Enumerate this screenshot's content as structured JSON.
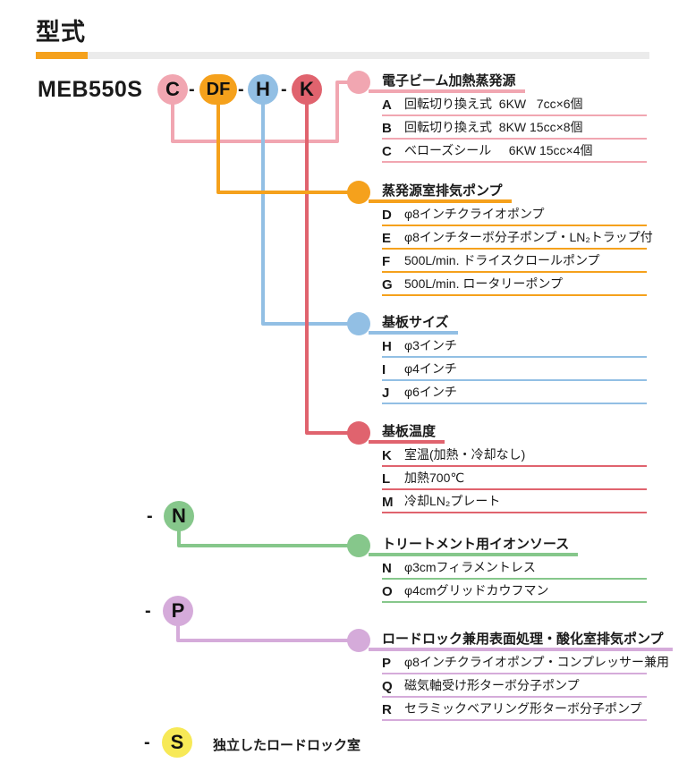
{
  "title": {
    "text": "型式"
  },
  "model": {
    "prefix": "MEB550S",
    "dash": "-"
  },
  "colors": {
    "accent_orange": "#F5A11C",
    "title_bar_gray": "#EBEBEB",
    "text": "#1A1A1A"
  },
  "code_circles": [
    {
      "letter": "C",
      "color": "#F1A6B1"
    },
    {
      "letter": "DF",
      "color": "#F5A11C"
    },
    {
      "letter": "H",
      "color": "#92BFE4"
    },
    {
      "letter": "K",
      "color": "#E0636E"
    }
  ],
  "option_circles": [
    {
      "prefix": "-",
      "letter": "N",
      "color": "#86C78B",
      "label": ""
    },
    {
      "prefix": "-",
      "letter": "P",
      "color": "#D5ABDA",
      "label": ""
    },
    {
      "prefix": "-",
      "letter": "S",
      "color": "#F7E957",
      "label": "独立したロードロック室"
    }
  ],
  "categories": [
    {
      "title": "電子ビーム加熱蒸発源",
      "color": "#F1A6B1",
      "items": [
        {
          "code": "A",
          "desc": "回転切り換え式  6KW   7cc×6個"
        },
        {
          "code": "B",
          "desc": "回転切り換え式  8KW 15cc×8個"
        },
        {
          "code": "C",
          "desc": "ベローズシール     6KW 15cc×4個"
        }
      ]
    },
    {
      "title": "蒸発源室排気ポンプ",
      "color": "#F5A11C",
      "items": [
        {
          "code": "D",
          "desc": "φ8インチクライオポンプ"
        },
        {
          "code": "E",
          "desc": "φ8インチターボ分子ポンプ・LN₂トラップ付"
        },
        {
          "code": "F",
          "desc": "500L/min. ドライスクロールポンプ"
        },
        {
          "code": "G",
          "desc": "500L/min. ロータリーポンプ"
        }
      ]
    },
    {
      "title": "基板サイズ",
      "color": "#92BFE4",
      "items": [
        {
          "code": "H",
          "desc": "φ3インチ"
        },
        {
          "code": "I",
          "desc": "φ4インチ"
        },
        {
          "code": "J",
          "desc": "φ6インチ"
        }
      ]
    },
    {
      "title": "基板温度",
      "color": "#E0636E",
      "items": [
        {
          "code": "K",
          "desc": "室温(加熱・冷却なし)"
        },
        {
          "code": "L",
          "desc": "加熱700℃"
        },
        {
          "code": "M",
          "desc": "冷却LN₂プレート"
        }
      ]
    },
    {
      "title": "トリートメント用イオンソース",
      "color": "#86C78B",
      "items": [
        {
          "code": "N",
          "desc": "φ3cmフィラメントレス"
        },
        {
          "code": "O",
          "desc": "φ4cmグリッドカウフマン"
        }
      ]
    },
    {
      "title": "ロードロック兼用表面処理・酸化室排気ポンプ",
      "color": "#D5ABDA",
      "items": [
        {
          "code": "P",
          "desc": "φ8インチクライオポンプ・コンプレッサー兼用"
        },
        {
          "code": "Q",
          "desc": "磁気軸受け形ターボ分子ポンプ"
        },
        {
          "code": "R",
          "desc": "セラミックベアリング形ターボ分子ポンプ"
        }
      ]
    }
  ]
}
